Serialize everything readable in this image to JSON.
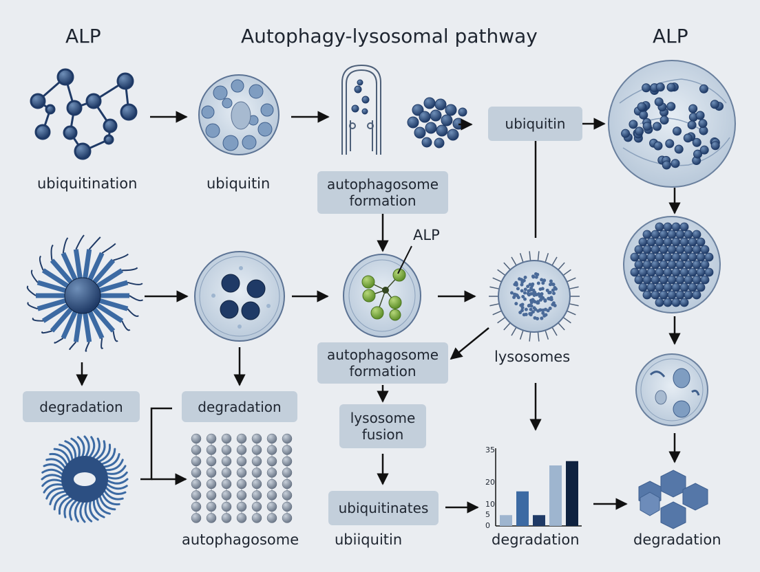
{
  "headings": {
    "left": "ALP",
    "center": "Autophagy-lysosomal pathway",
    "right": "ALP"
  },
  "labels": {
    "ubiquitination": "ubiquitination",
    "ubiquitin_top": "ubiquitin",
    "alp_callout": "ALP",
    "lysosomes": "lysosomes",
    "autophagosome_bottom": "autophagosome",
    "ubiquitin_bottom": "ubiiquitin",
    "degradation_chart": "degradation",
    "degradation_right": "degradation"
  },
  "boxes": {
    "ubiquitin_box": "ubiquitin",
    "formation_top_line1": "autophagosome",
    "formation_top_line2": "formation",
    "formation_mid_line1": "autophagosome",
    "formation_mid_line2": "formation",
    "degradation_left": "degradation",
    "degradation_mid": "degradation",
    "lysosome_fusion_line1": "lysosome",
    "lysosome_fusion_line2": "fusion",
    "ubiquitinates": "ubiquitinates"
  },
  "colors": {
    "navy": "#1f3a66",
    "blue": "#3c6aa3",
    "light_blue": "#9eb5cf",
    "green": "#7fae3e",
    "box_fill": "#c3cfdb",
    "arrow": "#111111"
  },
  "chart_data": {
    "type": "bar",
    "y_ticks": [
      "35",
      "20",
      "10",
      "5",
      "0"
    ],
    "ylim": [
      0,
      35
    ],
    "values": [
      5,
      16,
      5,
      28,
      30
    ],
    "bar_colors": [
      "#9eb5cf",
      "#3c6aa3",
      "#1f3a66",
      "#9eb5cf",
      "#0f2240"
    ],
    "xlabel": "degradation"
  }
}
